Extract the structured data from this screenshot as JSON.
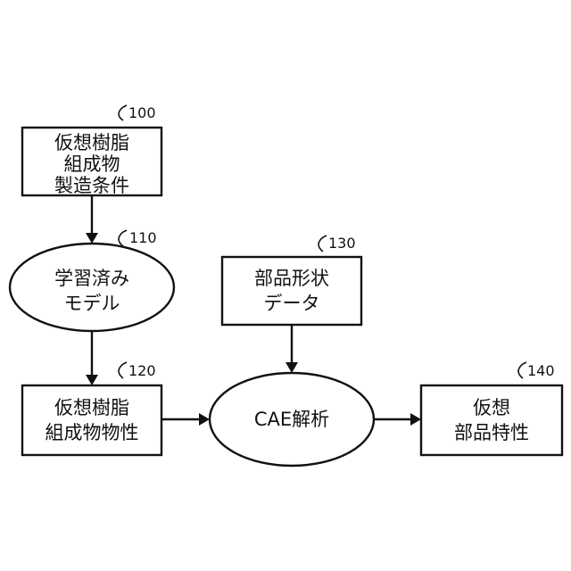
{
  "nodes": {
    "n100": {
      "ref": "100",
      "lines": [
        "仮想樹脂",
        "組成物",
        "製造条件"
      ]
    },
    "n110": {
      "ref": "110",
      "lines": [
        "学習済み",
        "モデル"
      ]
    },
    "n120": {
      "ref": "120",
      "lines": [
        "仮想樹脂",
        "組成物物性"
      ]
    },
    "n130": {
      "ref": "130",
      "lines": [
        "部品形状",
        "データ"
      ]
    },
    "ncae": {
      "lines": [
        "CAE解析"
      ]
    },
    "n140": {
      "ref": "140",
      "lines": [
        "仮想",
        "部品特性"
      ]
    }
  },
  "colors": {
    "stroke": "#111111",
    "fill": "#ffffff"
  }
}
